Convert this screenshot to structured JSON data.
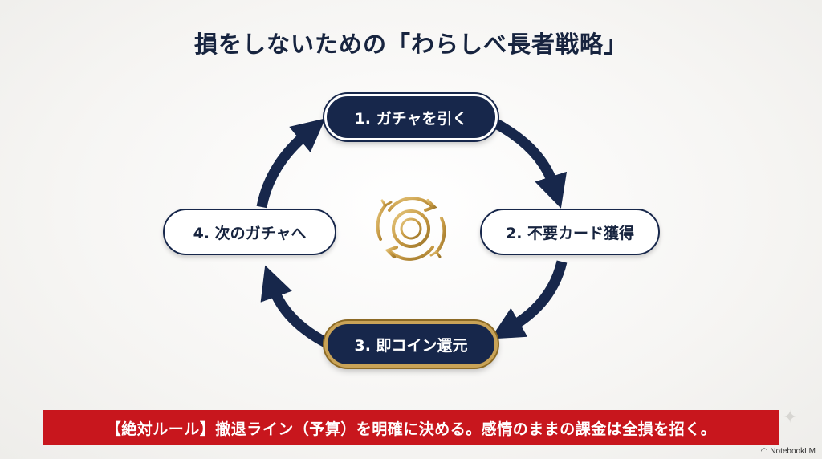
{
  "title": "損をしないための「わらしべ長者戦略」",
  "cycle": {
    "steps": [
      {
        "label": "1. ガチャを引く"
      },
      {
        "label": "2. 不要カード獲得"
      },
      {
        "label": "3. 即コイン還元"
      },
      {
        "label": "4. 次のガチャへ"
      }
    ],
    "center_icon": "refresh-cycle-icon"
  },
  "rule_banner": "【絶対ルール】撤退ライン（予算）を明確に決める。感情のままの課金は全損を招く。",
  "branding": {
    "name": "NotebookLM",
    "icon": "notebooklm-logo-icon"
  },
  "colors": {
    "navy": "#17274b",
    "gold": "#c9a357",
    "red": "#c8161d",
    "text": "#17243f"
  }
}
